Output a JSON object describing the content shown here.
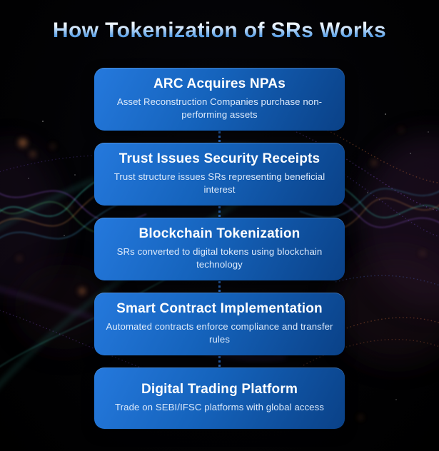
{
  "title": "How Tokenization of SRs Works",
  "steps": [
    {
      "title": "ARC Acquires NPAs",
      "description": "Asset Reconstruction Companies purchase non-performing assets"
    },
    {
      "title": "Trust Issues Security Receipts",
      "description": "Trust structure issues SRs representing beneficial interest"
    },
    {
      "title": "Blockchain Tokenization",
      "description": "SRs converted to digital tokens using blockchain technology"
    },
    {
      "title": "Smart Contract Implementation",
      "description": "Automated contracts enforce compliance and transfer rules"
    },
    {
      "title": "Digital Trading Platform",
      "description": "Trade on SEBI/IFSC platforms with global access"
    }
  ],
  "colors": {
    "background": "#020204",
    "card_gradient_start": "#2579dd",
    "card_gradient_end": "#0a4187",
    "card_title_text": "#ffffff",
    "card_description_text": "#ddeafb",
    "heading_gradient_top": "#ffffff",
    "heading_gradient_bottom": "#2e7cd2",
    "connector_dots": "#2d6ec6",
    "wave_teal": "#45d6c0",
    "wave_green": "#5fd67a",
    "wave_cyan": "#4ab8e8",
    "wave_purple": "#9a5fe0",
    "wave_orange": "#d08a4a",
    "bokeh_orange": "#e8894a"
  }
}
